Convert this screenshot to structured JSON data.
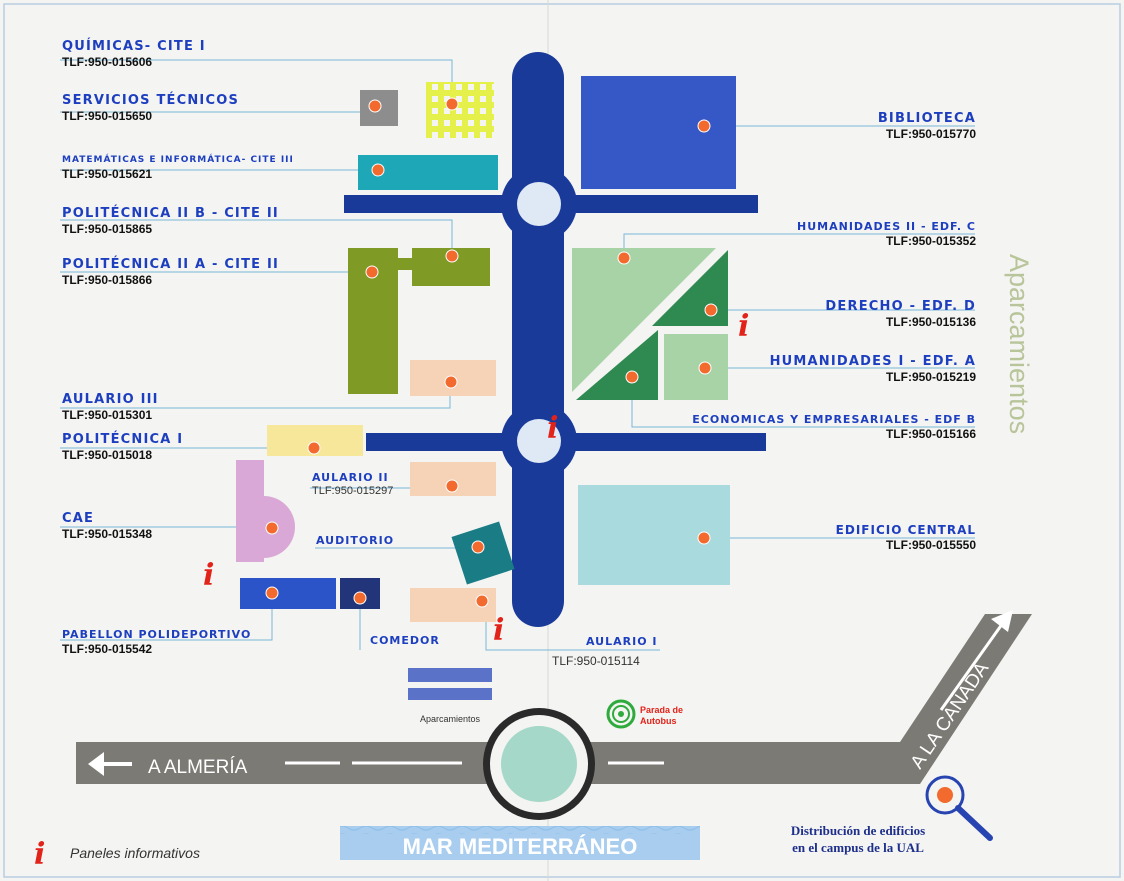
{
  "buildings": [
    {
      "id": "quimicas",
      "name": "QUÍMICAS- CITE I",
      "tel": "TLF:950-015606"
    },
    {
      "id": "servicios",
      "name": "SERVICIOS TÉCNICOS",
      "tel": "TLF:950-015650"
    },
    {
      "id": "matematicas",
      "name": "MATEMÁTICAS E INFORMÁTICA- CITE III",
      "tel": "TLF:950-015621"
    },
    {
      "id": "politecnica2b",
      "name": "POLITÉCNICA II B - CITE II",
      "tel": "TLF:950-015865"
    },
    {
      "id": "politecnica2a",
      "name": "POLITÉCNICA II A - CITE II",
      "tel": "TLF:950-015866"
    },
    {
      "id": "aulario3",
      "name": "AULARIO III",
      "tel": "TLF:950-015301"
    },
    {
      "id": "politecnica1",
      "name": "POLITÉCNICA I",
      "tel": "TLF:950-015018"
    },
    {
      "id": "aulario2",
      "name": "AULARIO II",
      "tel": "TLF:950-015297"
    },
    {
      "id": "cae",
      "name": "CAE",
      "tel": "TLF:950-015348"
    },
    {
      "id": "auditorio",
      "name": "AUDITORIO",
      "tel": ""
    },
    {
      "id": "pabellon",
      "name": "PABELLON POLIDEPORTIVO",
      "tel": "TLF:950-015542"
    },
    {
      "id": "comedor",
      "name": "COMEDOR",
      "tel": ""
    },
    {
      "id": "aulario1",
      "name": "AULARIO I",
      "tel": "TLF:950-015114"
    },
    {
      "id": "biblioteca",
      "name": "BIBLIOTECA",
      "tel": "TLF:950-015770"
    },
    {
      "id": "humanidades2",
      "name": "HUMANIDADES II - EDF. C",
      "tel": "TLF:950-015352"
    },
    {
      "id": "derecho",
      "name": "DERECHO - EDF. D",
      "tel": "TLF:950-015136"
    },
    {
      "id": "humanidades1",
      "name": "HUMANIDADES I - EDF. A",
      "tel": "TLF:950-015219"
    },
    {
      "id": "economicas",
      "name": "ECONOMICAS Y EMPRESARIALES - EDF B",
      "tel": "TLF:950-015166"
    },
    {
      "id": "central",
      "name": "EDIFICIO CENTRAL",
      "tel": "TLF:950-015550"
    }
  ],
  "side_label": "Aparcamientos",
  "parking_legend": "Aparcamientos",
  "bus_stop": {
    "line1": "Parada de",
    "line2": "Autobus"
  },
  "roads": {
    "almeria": "A ALMERÍA",
    "canada": "A LA CAÑADA"
  },
  "sea": "MAR MEDITERRÁNEO",
  "legend": {
    "info_symbol": "i",
    "info_text": "Paneles informativos"
  },
  "caption": {
    "line1": "Distribución de edificios",
    "line2": "en el campus de la UAL"
  },
  "colors": {
    "road_blue": "#1a3a9a",
    "marker": "#f26a2e",
    "info_red": "#e2231a",
    "leader": "#7ab8d8"
  }
}
